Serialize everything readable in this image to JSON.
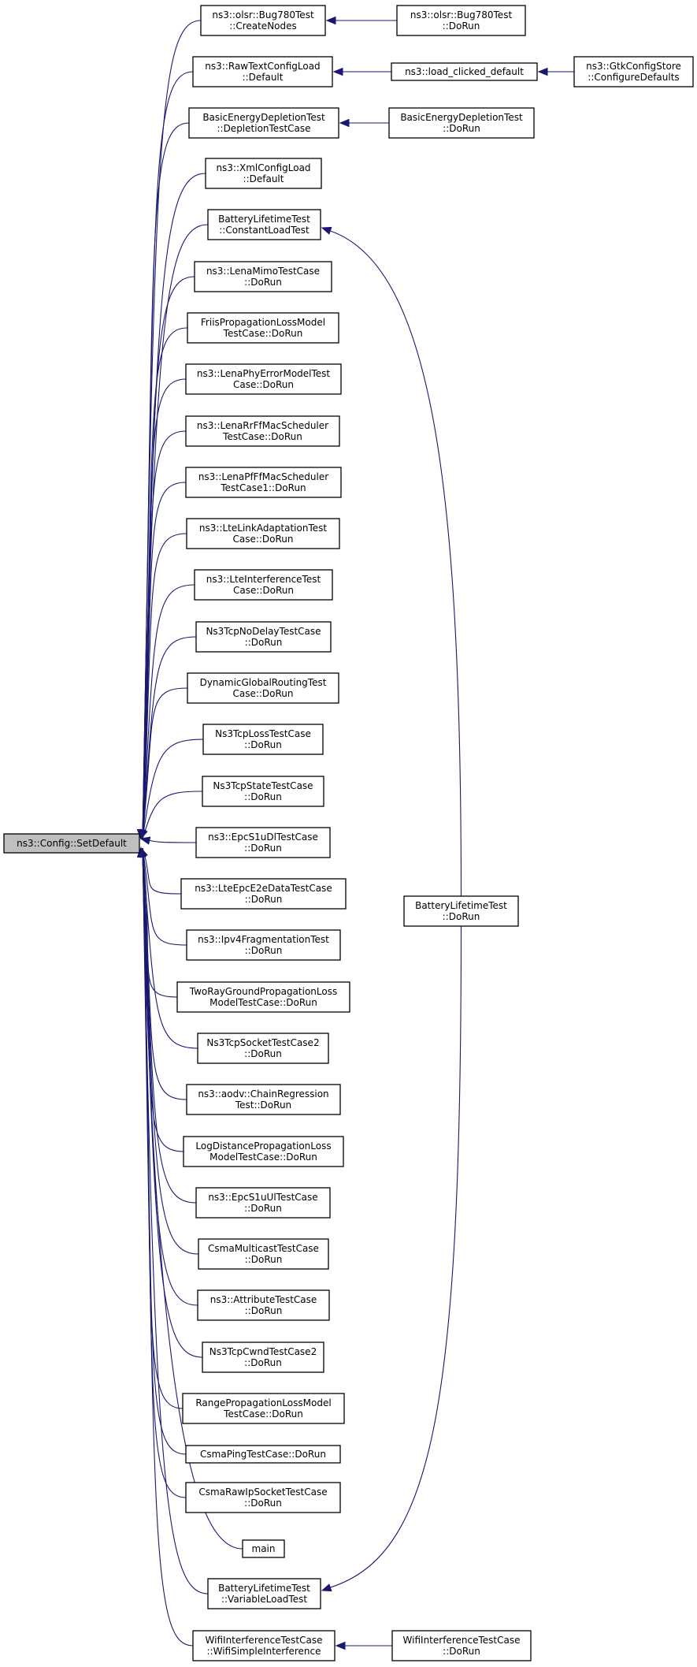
{
  "colors": {
    "edge": "#191970",
    "root_fill": "#bfbfbf",
    "node_fill": "#ffffff",
    "border": "#000000"
  },
  "nodes": {
    "root": [
      "ns3::Config::SetDefault"
    ],
    "bug780_create": [
      "ns3::olsr::Bug780Test",
      "::CreateNodes"
    ],
    "bug780_dorun": [
      "ns3::olsr::Bug780Test",
      "::DoRun"
    ],
    "rawtext_default": [
      "ns3::RawTextConfigLoad",
      "::Default"
    ],
    "load_clicked": [
      "ns3::load_clicked_default"
    ],
    "gtk_configure": [
      "ns3::GtkConfigStore",
      "::ConfigureDefaults"
    ],
    "energy_depletion": [
      "BasicEnergyDepletionTest",
      "::DepletionTestCase"
    ],
    "energy_dorun": [
      "BasicEnergyDepletionTest",
      "::DoRun"
    ],
    "xml_default": [
      "ns3::XmlConfigLoad",
      "::Default"
    ],
    "battery_constant": [
      "BatteryLifetimeTest",
      "::ConstantLoadTest"
    ],
    "lena_mimo": [
      "ns3::LenaMimoTestCase",
      "::DoRun"
    ],
    "friis": [
      "FriisPropagationLossModel",
      "TestCase::DoRun"
    ],
    "lena_phy": [
      "ns3::LenaPhyErrorModelTest",
      "Case::DoRun"
    ],
    "lena_rr": [
      "ns3::LenaRrFfMacScheduler",
      "TestCase::DoRun"
    ],
    "lena_pf": [
      "ns3::LenaPfFfMacScheduler",
      "TestCase1::DoRun"
    ],
    "lte_link": [
      "ns3::LteLinkAdaptationTest",
      "Case::DoRun"
    ],
    "lte_interference": [
      "ns3::LteInterferenceTest",
      "Case::DoRun"
    ],
    "tcp_nodelay": [
      "Ns3TcpNoDelayTestCase",
      "::DoRun"
    ],
    "dyn_global": [
      "DynamicGlobalRoutingTest",
      "Case::DoRun"
    ],
    "tcp_loss": [
      "Ns3TcpLossTestCase",
      "::DoRun"
    ],
    "tcp_state": [
      "Ns3TcpStateTestCase",
      "::DoRun"
    ],
    "epc_s1u_dl": [
      "ns3::EpcS1uDlTestCase",
      "::DoRun"
    ],
    "lte_epc_e2e": [
      "ns3::LteEpcE2eDataTestCase",
      "::DoRun"
    ],
    "battery_dorun": [
      "BatteryLifetimeTest",
      "::DoRun"
    ],
    "ipv4_frag": [
      "ns3::Ipv4FragmentationTest",
      "::DoRun"
    ],
    "tworay": [
      "TwoRayGroundPropagationLoss",
      "ModelTestCase::DoRun"
    ],
    "tcp_socket2": [
      "Ns3TcpSocketTestCase2",
      "::DoRun"
    ],
    "aodv_chain": [
      "ns3::aodv::ChainRegression",
      "Test::DoRun"
    ],
    "logdistance": [
      "LogDistancePropagationLoss",
      "ModelTestCase::DoRun"
    ],
    "epc_s1u_ul": [
      "ns3::EpcS1uUlTestCase",
      "::DoRun"
    ],
    "csma_multicast": [
      "CsmaMulticastTestCase",
      "::DoRun"
    ],
    "attribute_test": [
      "ns3::AttributeTestCase",
      "::DoRun"
    ],
    "tcp_cwnd2": [
      "Ns3TcpCwndTestCase2",
      "::DoRun"
    ],
    "range_prop": [
      "RangePropagationLossModel",
      "TestCase::DoRun"
    ],
    "csma_ping": [
      "CsmaPingTestCase::DoRun"
    ],
    "csma_rawip": [
      "CsmaRawIpSocketTestCase",
      "::DoRun"
    ],
    "main": [
      "main"
    ],
    "battery_variable": [
      "BatteryLifetimeTest",
      "::VariableLoadTest"
    ],
    "wifi_simple": [
      "WifiInterferenceTestCase",
      "::WifiSimpleInterference"
    ],
    "wifi_dorun": [
      "WifiInterferenceTestCase",
      "::DoRun"
    ]
  }
}
